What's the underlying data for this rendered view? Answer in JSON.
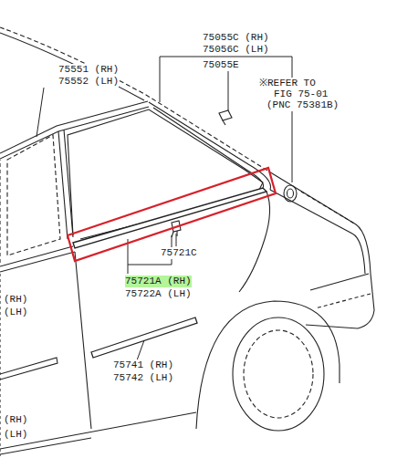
{
  "diagram": {
    "labels": [
      "75055C (RH)",
      "75056C (LH)",
      "75055E",
      "※REFER TO",
      "FIG 75-01",
      "(PNC 75381B)",
      "75551 (RH)",
      "75552 (LH)",
      "75721C",
      "75721A (RH)",
      "75722A (LH)",
      "(RH)",
      "(LH)",
      "75741 (RH)",
      "75742 (LH)",
      "(RH)",
      "(LH)"
    ]
  }
}
